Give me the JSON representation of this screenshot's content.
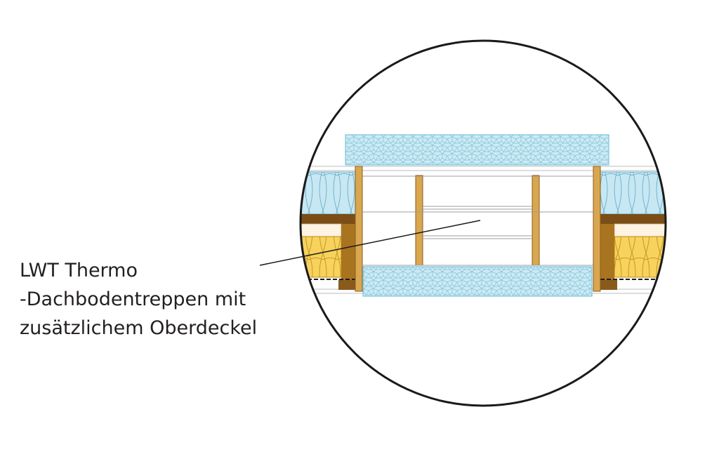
{
  "label": {
    "line1": "LWT Thermo",
    "line2": "-Dachbodentreppen mit",
    "line3": "zusätzlichem Oberdeckel"
  },
  "colors": {
    "outline": "#1a1a1a",
    "eps_fill": "#cdeaf3",
    "eps_pattern": "#7fc3dc",
    "mineral_wool_blue": "#c7e7f3",
    "mineral_wool_yellow": "#f7d25c",
    "timber": "#d9a74f",
    "dark_timber": "#7a4e16",
    "plaster": "#fff3e2"
  }
}
